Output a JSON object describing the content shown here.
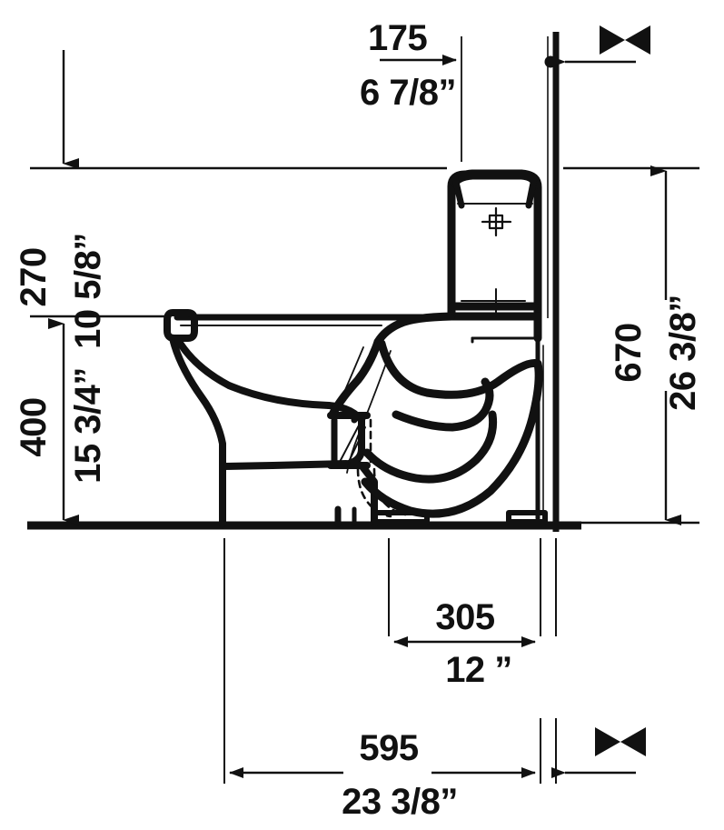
{
  "drawing": {
    "title": "Toilet side elevation technical drawing",
    "line_color": "#111111",
    "background_color": "#ffffff",
    "units_note_metric": "mm",
    "units_note_imperial": "inches"
  },
  "dimensions": {
    "top_offset": {
      "metric": "175",
      "imperial": "6 7/8”",
      "orientation": "horizontal",
      "description": "Distance from tank front face to wall"
    },
    "tank_height_band": {
      "metric": "270",
      "imperial": "10 5/8”",
      "orientation": "vertical",
      "description": "Upper band from tank top level down to seat level"
    },
    "seat_height": {
      "metric": "400",
      "imperial": "15 3/4”",
      "orientation": "vertical",
      "description": "Seat/rim height above floor"
    },
    "overall_height": {
      "metric": "670",
      "imperial": "26 3/8”",
      "orientation": "vertical",
      "description": "Overall height from floor to top of tank"
    },
    "rough_in": {
      "metric": "305",
      "imperial": "12 ”",
      "orientation": "horizontal",
      "description": "Rough-in distance from wall to waste outlet centre"
    },
    "overall_depth": {
      "metric": "595",
      "imperial": "23 3/8”",
      "orientation": "horizontal",
      "description": "Overall projection from wall"
    }
  },
  "symbols": {
    "wall_marker": "wall-line",
    "break_symbol_top": "><",
    "break_symbol_bottom": "><",
    "flush_button_marker": "crosshair"
  }
}
